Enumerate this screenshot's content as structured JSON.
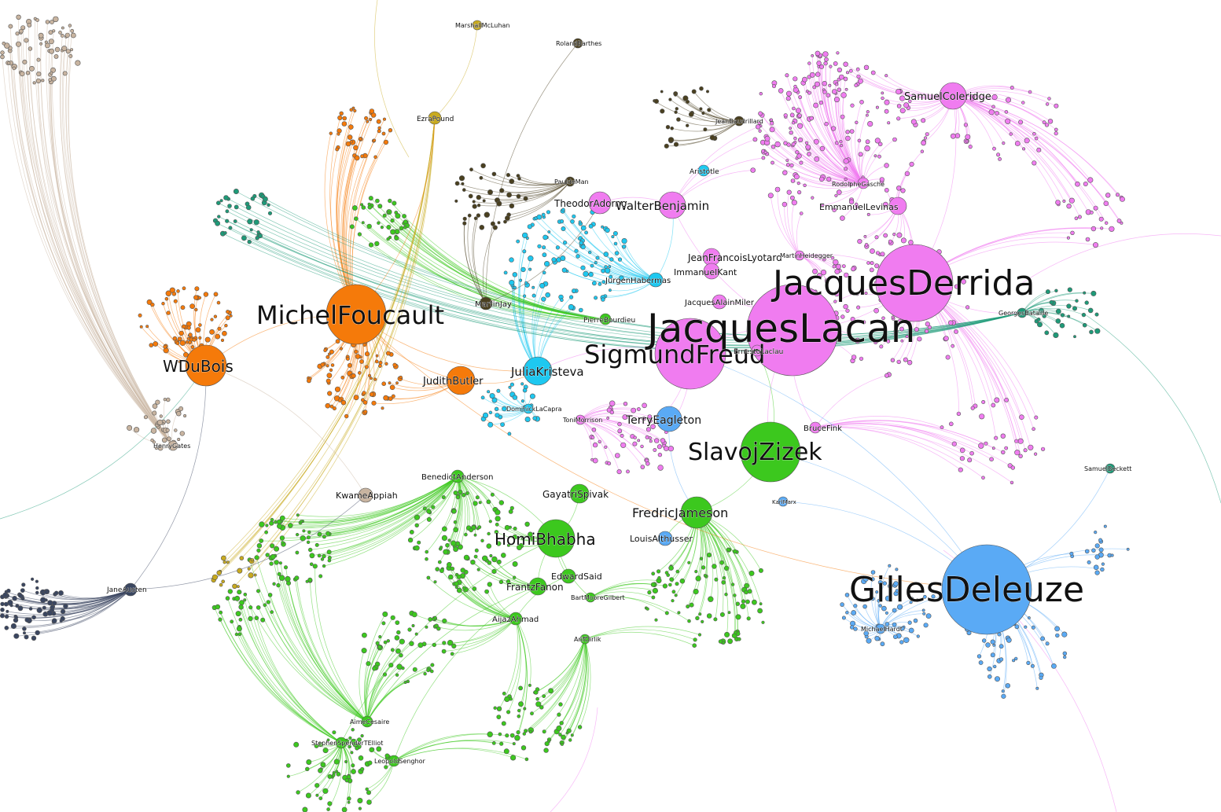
{
  "colors": {
    "pink": "#f07cf0",
    "green": "#3cc81e",
    "orange": "#f57a0a",
    "blue": "#5aaaf5",
    "cyan": "#1ec8f0",
    "olive": "#4a4020",
    "khaki": "#c8aa1e",
    "teal": "#1e9a78",
    "beige": "#c8b4a0",
    "navy": "#3a4660",
    "red": "#f03264"
  },
  "nodes": [
    {
      "id": "lacan",
      "label": "JacquesLacan",
      "group": "pink",
      "size": "xl"
    },
    {
      "id": "derrida",
      "label": "JacquesDerrida",
      "group": "pink",
      "size": "xl"
    },
    {
      "id": "deleuze",
      "label": "GillesDeleuze",
      "group": "blue",
      "size": "xl"
    },
    {
      "id": "freud",
      "label": "SigmundFreud",
      "group": "pink",
      "size": "l"
    },
    {
      "id": "foucault",
      "label": "MichelFoucault",
      "group": "orange",
      "size": "l"
    },
    {
      "id": "zizek",
      "label": "SlavojZizek",
      "group": "green",
      "size": "l"
    },
    {
      "id": "bhabha",
      "label": "HomiBhabha",
      "group": "green",
      "size": "m"
    },
    {
      "id": "dubois",
      "label": "WDuBois",
      "group": "orange",
      "size": "m"
    },
    {
      "id": "jameson",
      "label": "FredricJameson",
      "group": "green",
      "size": "m"
    },
    {
      "id": "kristeva",
      "label": "JuliaKristeva",
      "group": "cyan",
      "size": "m"
    },
    {
      "id": "butler",
      "label": "JudithButler",
      "group": "orange",
      "size": "m"
    },
    {
      "id": "benjamin",
      "label": "WalterBenjamin",
      "group": "pink",
      "size": "m"
    },
    {
      "id": "eagleton",
      "label": "TerryEagleton",
      "group": "blue",
      "size": "m"
    },
    {
      "id": "coleridge",
      "label": "SamuelColeridge",
      "group": "pink",
      "size": "m"
    },
    {
      "id": "adorno",
      "label": "TheodorAdorno",
      "group": "pink",
      "size": "s"
    },
    {
      "id": "lyotard",
      "label": "JeanFrancoisLyotard",
      "group": "pink",
      "size": "s"
    },
    {
      "id": "levinas",
      "label": "EmmanuelLevinas",
      "group": "pink",
      "size": "s"
    },
    {
      "id": "kant",
      "label": "ImmanuelKant",
      "group": "pink",
      "size": "s"
    },
    {
      "id": "habermas",
      "label": "JurgenHabermas",
      "group": "cyan",
      "size": "s"
    },
    {
      "id": "miller",
      "label": "JacquesAlainMiler",
      "group": "pink",
      "size": "s"
    },
    {
      "id": "spivak",
      "label": "GayatriSpivak",
      "group": "green",
      "size": "s"
    },
    {
      "id": "fanon",
      "label": "FrantzFanon",
      "group": "green",
      "size": "s"
    },
    {
      "id": "said",
      "label": "EdwardSaid",
      "group": "green",
      "size": "s"
    },
    {
      "id": "anderson",
      "label": "BenedictAnderson",
      "group": "green",
      "size": "s"
    },
    {
      "id": "appiah",
      "label": "KwameAppiah",
      "group": "beige",
      "size": "s"
    },
    {
      "id": "althusser",
      "label": "LouisAlthusser",
      "group": "blue",
      "size": "s"
    },
    {
      "id": "fink",
      "label": "BruceFink",
      "group": "pink",
      "size": "s"
    },
    {
      "id": "ahmad",
      "label": "AijazAhmad",
      "group": "green",
      "size": "s"
    },
    {
      "id": "pound",
      "label": "EzraPound",
      "group": "khaki",
      "size": "s"
    },
    {
      "id": "jay",
      "label": "MartinJay",
      "group": "olive",
      "size": "s"
    },
    {
      "id": "aristotle",
      "label": "Aristotle",
      "group": "cyan",
      "size": "s"
    },
    {
      "id": "gasche",
      "label": "RodolpheGasche",
      "group": "pink",
      "size": "s"
    },
    {
      "id": "laclau",
      "label": "ErnestoLaclau",
      "group": "pink",
      "size": "s"
    },
    {
      "id": "bourdieu",
      "label": "PierreBourdieu",
      "group": "green",
      "size": "s"
    },
    {
      "id": "mcluhan",
      "label": "MarshallMcLuhan",
      "group": "khaki",
      "size": "s"
    },
    {
      "id": "barthes",
      "label": "RolandBarthes",
      "group": "olive",
      "size": "s"
    },
    {
      "id": "eliot",
      "label": "StephenSpenderTElliot",
      "group": "green",
      "size": "s"
    },
    {
      "id": "senghor",
      "label": "LeopoldSenghor",
      "group": "green",
      "size": "s"
    },
    {
      "id": "cesaire",
      "label": "AimeCesaire",
      "group": "green",
      "size": "s"
    },
    {
      "id": "austen",
      "label": "JaneAusten",
      "group": "navy",
      "size": "s"
    },
    {
      "id": "beckett",
      "label": "SamuelBeckett",
      "group": "teal",
      "size": "s"
    },
    {
      "id": "hardt",
      "label": "MichaelHardt",
      "group": "blue",
      "size": "s"
    },
    {
      "id": "marx",
      "label": "KarlMarx",
      "group": "blue",
      "size": "s"
    },
    {
      "id": "gates",
      "label": "HenryGates",
      "group": "beige",
      "size": "s"
    },
    {
      "id": "gilbert",
      "label": "BartMooreGilbert",
      "group": "green",
      "size": "s"
    },
    {
      "id": "dirlik",
      "label": "ArifDirlik",
      "group": "green",
      "size": "s"
    },
    {
      "id": "lacapra",
      "label": "DominickLaCapra",
      "group": "cyan",
      "size": "s"
    },
    {
      "id": "morrison",
      "label": "ToniMorrison",
      "group": "pink",
      "size": "s"
    },
    {
      "id": "demanl",
      "label": "PauldeMan",
      "group": "olive",
      "size": "s"
    },
    {
      "id": "heidegger",
      "label": "MartinHeidegger",
      "group": "pink",
      "size": "s"
    },
    {
      "id": "bataille",
      "label": "GeorgesBataille",
      "group": "teal",
      "size": "s"
    },
    {
      "id": "baudrillard",
      "label": "JeanBaudrillard",
      "group": "olive",
      "size": "s"
    }
  ]
}
